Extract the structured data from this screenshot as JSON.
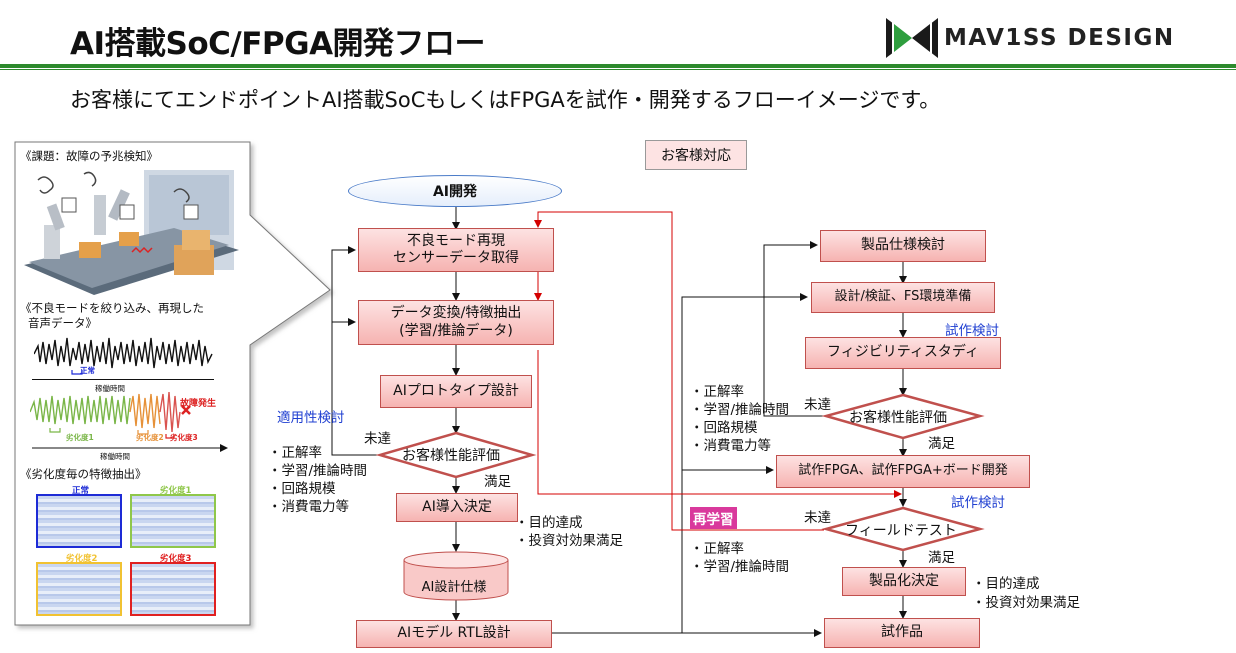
{
  "header": {
    "title": "AI搭載SoC/FPGA開発フロー",
    "logo_text": "MAV1SS DESIGN",
    "subtitle": "お客様にてエンドポイントAI搭載SoCもしくはFPGAを試作・開発するフローイメージです。"
  },
  "panel": {
    "heading1": "《課題：故障の予兆検知》",
    "heading2_line1": "《不良モードを絞り込み、再現した",
    "heading2_line2": "音声データ》",
    "wave_normal": "正常",
    "axis_time1": "稼働時間",
    "fault_label": "故障発生",
    "deg1": "劣化度1",
    "deg2": "劣化度2",
    "deg3": "劣化度3",
    "axis_time2": "稼働時間",
    "heading3": "《劣化度毎の特徴抽出》",
    "spec_labels": [
      "正常",
      "劣化度1",
      "劣化度2",
      "劣化度3"
    ],
    "spec_colors": [
      "#1d2bd6",
      "#8fc74a",
      "#f1c232",
      "#e02020"
    ]
  },
  "left_flow": {
    "start": "AI開発",
    "box1_line1": "不良モード再現",
    "box1_line2": "センサーデータ取得",
    "box2_line1": "データ変換/特徴抽出",
    "box2_line2": "(学習/推論データ)",
    "box3": "AIプロトタイプ設計",
    "decision": "お客様性能評価",
    "not_met": "未達",
    "met": "満足",
    "box4": "AI導入決定",
    "database": "AI設計仕様",
    "box5": "AIモデル RTL設計",
    "side_label": "適用性検討",
    "criteria": [
      "・正解率",
      "・学習/推論時間",
      "・回路規模",
      "・消費電力等"
    ],
    "goals": [
      "・目的達成",
      "・投資対効果満足"
    ]
  },
  "right_flow": {
    "customer": "お客様対応",
    "box1": "製品仕様検討",
    "box2": "設計/検証、FS環境準備",
    "trial1": "試作検討",
    "box3": "フィジビリティスタディ",
    "criteria1": [
      "・正解率",
      "・学習/推論時間",
      "・回路規模",
      "・消費電力等"
    ],
    "not_met1": "未達",
    "decision1": "お客様性能評価",
    "met1": "満足",
    "box4": "試作FPGA、試作FPGA+ボード開発",
    "trial2": "試作検討",
    "relearn": "再学習",
    "not_met2": "未達",
    "decision2": "フィールドテスト",
    "met2": "満足",
    "criteria2": [
      "・正解率",
      "・学習/推論時間"
    ],
    "box5": "製品化決定",
    "goals": [
      "・目的達成",
      "・投資対効果満足"
    ],
    "box6": "試作品"
  }
}
